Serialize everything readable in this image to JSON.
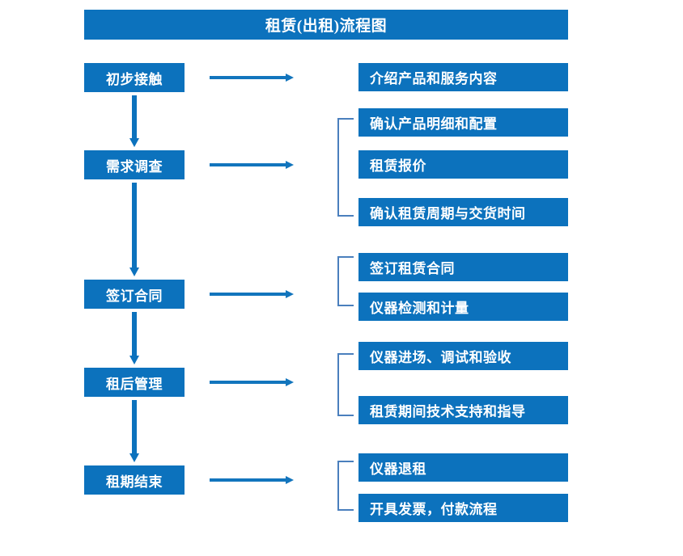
{
  "diagram": {
    "title": "租赁(出租)流程图",
    "colors": {
      "box_blue": "#0c72bd",
      "arrow_blue": "#1275bd",
      "bracket_blue": "#4a7fbd",
      "text_white": "#ffffff",
      "background": "#ffffff"
    },
    "stages": [
      {
        "label": "初步接触"
      },
      {
        "label": "需求调查"
      },
      {
        "label": "签订合同"
      },
      {
        "label": "租后管理"
      },
      {
        "label": "租期结束"
      }
    ],
    "details": [
      {
        "label": "介绍产品和服务内容"
      },
      {
        "label": "确认产品明细和配置"
      },
      {
        "label": "租赁报价"
      },
      {
        "label": "确认租赁周期与交货时间"
      },
      {
        "label": "签订租赁合同"
      },
      {
        "label": "仪器检测和计量"
      },
      {
        "label": "仪器进场、调试和验收"
      },
      {
        "label": "租赁期间技术支持和指导"
      },
      {
        "label": "仪器退租"
      },
      {
        "label": "开具发票，付款流程"
      }
    ],
    "flow_arrows": {
      "vertical_count": 4,
      "horizontal_count": 5,
      "bracket_count": 4
    }
  }
}
